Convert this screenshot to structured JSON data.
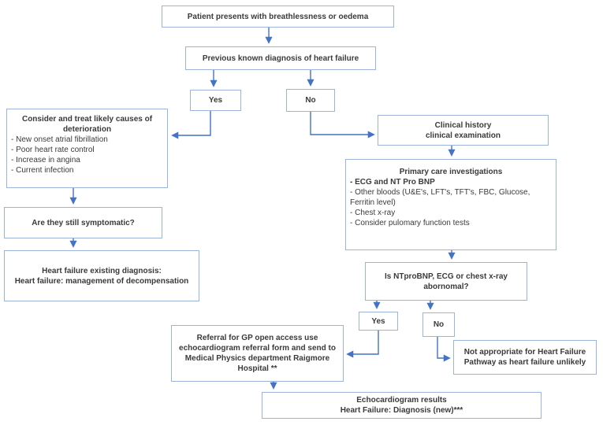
{
  "colors": {
    "box_border": "#9cb3dc",
    "arrow": "#4472c4",
    "text": "#3a3a3a"
  },
  "nodes": {
    "patient": {
      "text": "Patient presents with breathlessness or oedema"
    },
    "prev_diagnosis": {
      "text": "Previous known diagnosis of heart failure"
    },
    "yes_top": {
      "text": "Yes"
    },
    "no_top": {
      "text": "No"
    },
    "consider": {
      "title_lines": [
        "Consider and treat likely causes of",
        "deterioration"
      ],
      "bullets": [
        "- New onset atrial fibrillation",
        "- Poor heart rate control",
        "- Increase in angina",
        "- Current infection"
      ]
    },
    "symptomatic": {
      "text": "Are they still symptomatic?"
    },
    "existing": {
      "lines": [
        "Heart failure existing diagnosis:",
        "Heart failure: management of decompensation"
      ]
    },
    "clinical": {
      "lines": [
        "Clinical history",
        "clinical examination"
      ]
    },
    "primary": {
      "title": "Primary care investigations",
      "bold_bullet": "- ECG and NT Pro BNP",
      "bullets": [
        "- Other bloods (U&E's, LFT's, TFT's, FBC, Glucose, Ferritin level)",
        "- Chest x-ray",
        "- Consider pulomary function tests"
      ]
    },
    "ntprobnp": {
      "lines": [
        "Is NTproBNP, ECG or chest x-ray",
        "abornomal?"
      ]
    },
    "yes_bottom": {
      "text": "Yes"
    },
    "no_bottom": {
      "text": "No"
    },
    "not_appropriate": {
      "lines": [
        "Not appropriate for Heart Failure",
        "Pathway as heart failure unlikely"
      ]
    },
    "referral": {
      "lines": [
        "Referral for GP open access use",
        "echocardiogram referral form and send to",
        "Medical Physics department Raigmore",
        "Hospital **"
      ]
    },
    "echo": {
      "lines": [
        "Echocardiogram results",
        "Heart Failure: Diagnosis (new)***"
      ]
    }
  }
}
